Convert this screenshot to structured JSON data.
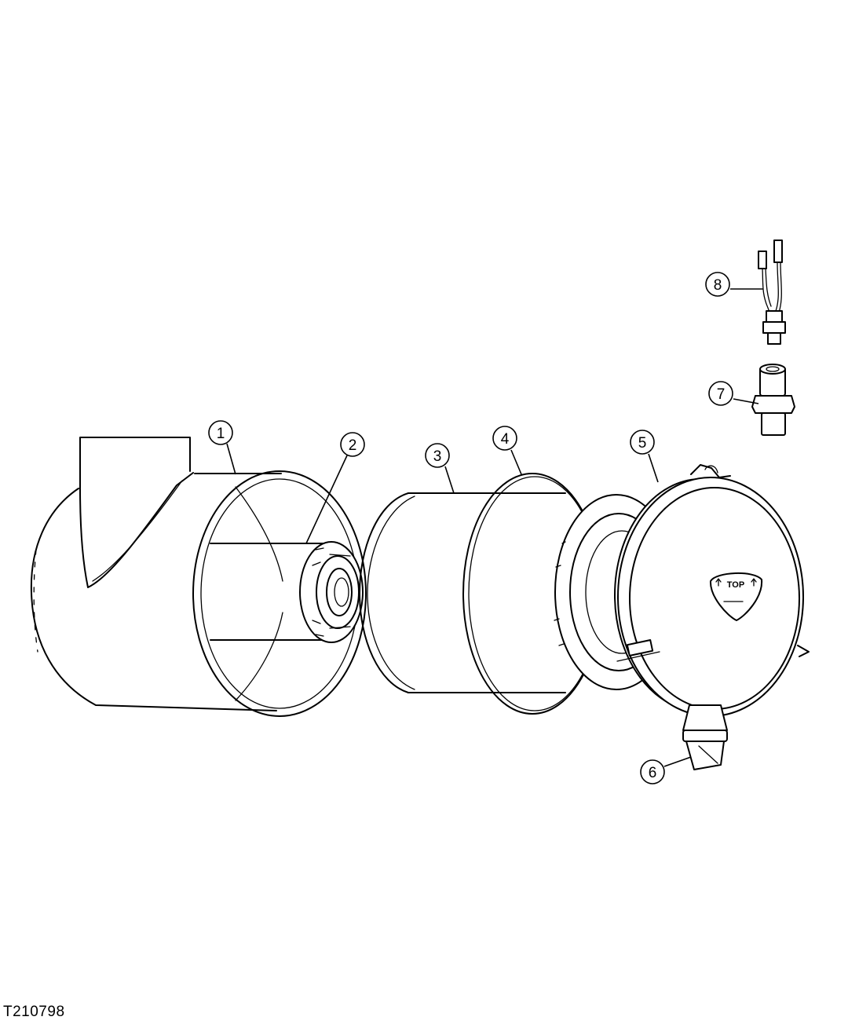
{
  "figure": {
    "id": "T210798",
    "cover_marking": "TOP"
  },
  "callouts": [
    {
      "number": "1"
    },
    {
      "number": "2"
    },
    {
      "number": "3"
    },
    {
      "number": "4"
    },
    {
      "number": "5"
    },
    {
      "number": "6"
    },
    {
      "number": "7"
    },
    {
      "number": "8"
    }
  ],
  "colors": {
    "line": "#000000",
    "background": "#ffffff"
  }
}
